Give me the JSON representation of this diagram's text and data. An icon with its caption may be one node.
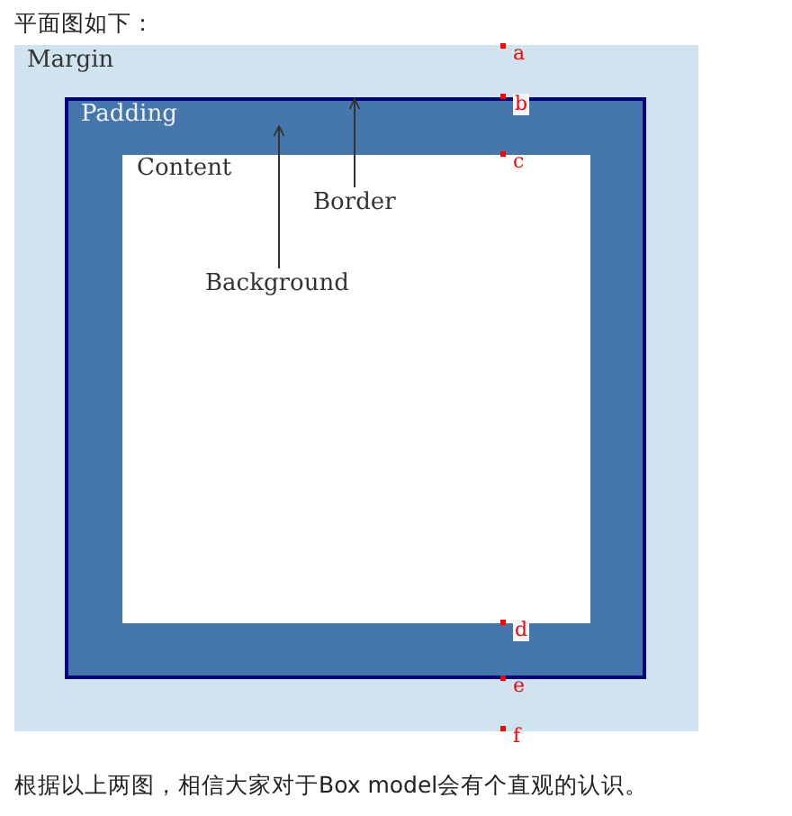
{
  "diagram": {
    "title": "平面图如下：",
    "caption": "根据以上两图，相信大家对于Box model会有个直观的认识。",
    "nodes": [
      {
        "text": [
          "Margin"
        ]
      },
      {
        "text": [
          "Padding"
        ],
        "in": 0
      },
      {
        "text": [
          "Content"
        ],
        "in": 1
      },
      {
        "text": [
          "Border"
        ],
        "in": 2
      },
      {
        "text": [
          "Background"
        ],
        "in": 2
      }
    ],
    "edges": [
      {
        "from": 3,
        "to": 1,
        "arrow": "to"
      },
      {
        "from": 4,
        "to": 1,
        "arrow": "to"
      }
    ],
    "labels": [
      "a",
      "b",
      "c",
      "d",
      "e",
      "f"
    ]
  }
}
